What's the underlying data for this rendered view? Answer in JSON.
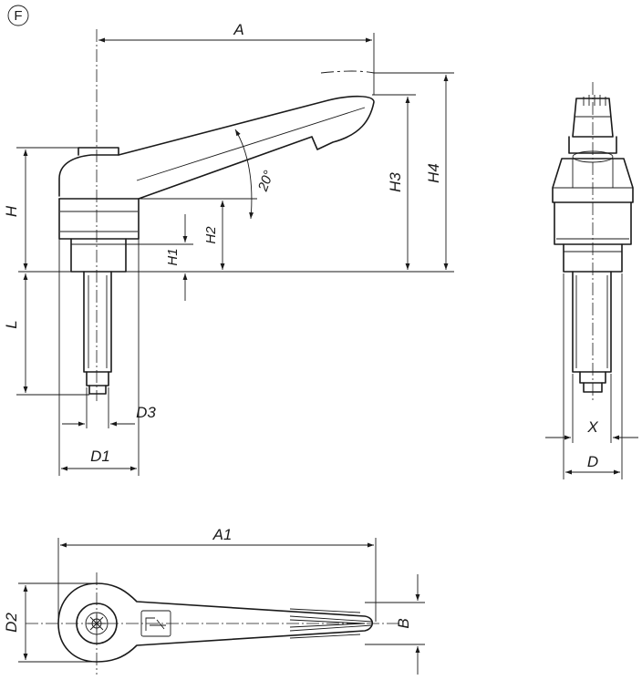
{
  "figure": {
    "view_marker": "F",
    "dimension_labels": {
      "A": "A",
      "H": "H",
      "H1": "H1",
      "H2": "H2",
      "H3": "H3",
      "H4": "H4",
      "L": "L",
      "D1": "D1",
      "D3": "D3",
      "angle": "20°",
      "X": "X",
      "D": "D",
      "A1": "A1",
      "D2": "D2",
      "B": "B"
    }
  }
}
